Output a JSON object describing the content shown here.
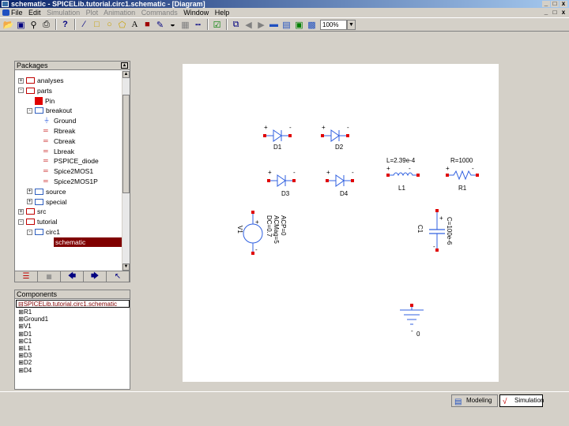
{
  "window": {
    "title": "schematic - SPICELib.tutorial.circ1.schematic - [Diagram]",
    "controls": [
      "_",
      "□",
      "x"
    ]
  },
  "menu": {
    "items": [
      "File",
      "Edit",
      "Simulation",
      "Plot",
      "Animation",
      "Commands",
      "Window",
      "Help"
    ],
    "disabled": [
      false,
      false,
      true,
      true,
      true,
      true,
      false,
      false
    ]
  },
  "toolbar": {
    "zoom": "100%",
    "icons": [
      "open-icon",
      "save-icon",
      "find-icon",
      "print-icon",
      "help-icon",
      "line-icon",
      "rect-icon",
      "ellipse-icon",
      "polygon-icon",
      "text-icon",
      "fill-color-icon",
      "line-color-icon",
      "bucket-icon",
      "grid-icon",
      "label-icon",
      "check-icon",
      "copy-icon",
      "back-icon",
      "forward-icon",
      "fit-icon",
      "layers-icon",
      "info-icon",
      "panel-icon"
    ]
  },
  "packages": {
    "title": "Packages",
    "items": [
      {
        "label": "analyses",
        "kind": "folder",
        "exp": "+",
        "indent": 0
      },
      {
        "label": "parts",
        "kind": "folder",
        "exp": "-",
        "indent": 0
      },
      {
        "label": "Pin",
        "kind": "pin",
        "indent": 1
      },
      {
        "label": "breakout",
        "kind": "folder-b",
        "exp": "-",
        "indent": 1
      },
      {
        "label": "Ground",
        "kind": "ground",
        "indent": 2
      },
      {
        "label": "Rbreak",
        "kind": "part",
        "indent": 2
      },
      {
        "label": "Cbreak",
        "kind": "part",
        "indent": 2
      },
      {
        "label": "Lbreak",
        "kind": "part",
        "indent": 2
      },
      {
        "label": "PSPICE_diode",
        "kind": "part",
        "indent": 2
      },
      {
        "label": "Spice2MOS1",
        "kind": "part",
        "indent": 2
      },
      {
        "label": "Spice2MOS1P",
        "kind": "part",
        "indent": 2
      },
      {
        "label": "source",
        "kind": "folder-b",
        "exp": "+",
        "indent": 1
      },
      {
        "label": "special",
        "kind": "folder-b",
        "exp": "+",
        "indent": 1
      },
      {
        "label": "src",
        "kind": "folder",
        "exp": "+",
        "indent": 0
      },
      {
        "label": "tutorial",
        "kind": "folder",
        "exp": "-",
        "indent": 0
      },
      {
        "label": "circ1",
        "kind": "folder-b",
        "exp": "-",
        "indent": 1
      },
      {
        "label": "schematic",
        "kind": "selected",
        "indent": 2
      }
    ]
  },
  "components": {
    "title": "Components",
    "root": "SPICELib.tutorial.circ1.schematic",
    "items": [
      "R1",
      "Ground1",
      "V1",
      "D1",
      "C1",
      "L1",
      "D3",
      "D2",
      "D4"
    ]
  },
  "diagram": {
    "labels": {
      "d1": "D1",
      "d2": "D2",
      "d3": "D3",
      "d4": "D4",
      "l1": "L1",
      "l1_value": "L=2.39e-4",
      "r1": "R1",
      "r1_value": "R=1000",
      "c1": "C1",
      "c1_value": "C=100e-6",
      "v1": "V1",
      "v1_dc": "DC=0.7",
      "v1_acmag": "ACMag=5",
      "v1_acp": "ACP=0",
      "ground_value": "0",
      "plus": "+",
      "minus": "-"
    }
  },
  "status": {
    "modeling": "Modeling",
    "simulation": "Simulation"
  },
  "colors": {
    "title_start": "#0a246a",
    "title_end": "#a6caf0",
    "pin": "#e00000",
    "wire_blue": "#3060e0",
    "selected": "#800000"
  }
}
